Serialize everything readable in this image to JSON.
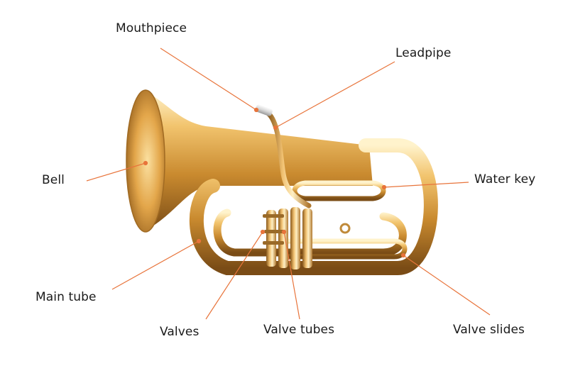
{
  "colors": {
    "leader_line": "#e8743b",
    "brass_light": "#fbe3a3",
    "brass_mid": "#e0a94a",
    "brass_dark": "#8a5a1c",
    "label_text": "#1a1a1a"
  },
  "labels": {
    "mouthpiece": "Mouthpiece",
    "leadpipe": "Leadpipe",
    "bell": "Bell",
    "water_key": "Water key",
    "main_tube": "Main tube",
    "valves": "Valves",
    "valve_tubes": "Valve tubes",
    "valve_slides": "Valve slides"
  }
}
